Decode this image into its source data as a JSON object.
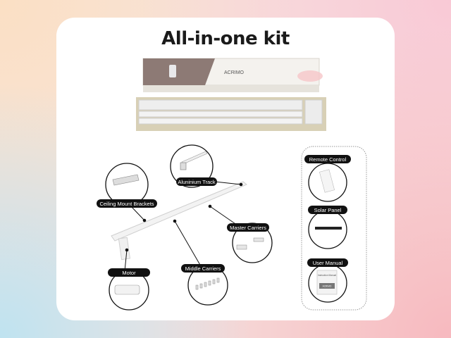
{
  "title": "All-in-one kit",
  "box": {
    "brand": "ACRIMO"
  },
  "components": {
    "aluminium_track": "Aluninium Track",
    "ceiling_brackets": "Ceiling Mount Brackets",
    "master_carriers": "Master Carriers",
    "motor": "Motor",
    "middle_carriers": "Middle Carriers",
    "remote_control": "Remote Control",
    "solar_panel": "Solar Panel",
    "user_manual": "User Manual"
  },
  "manual_cover": {
    "title": "Instruction Manual",
    "brand": "ACRIMO"
  }
}
